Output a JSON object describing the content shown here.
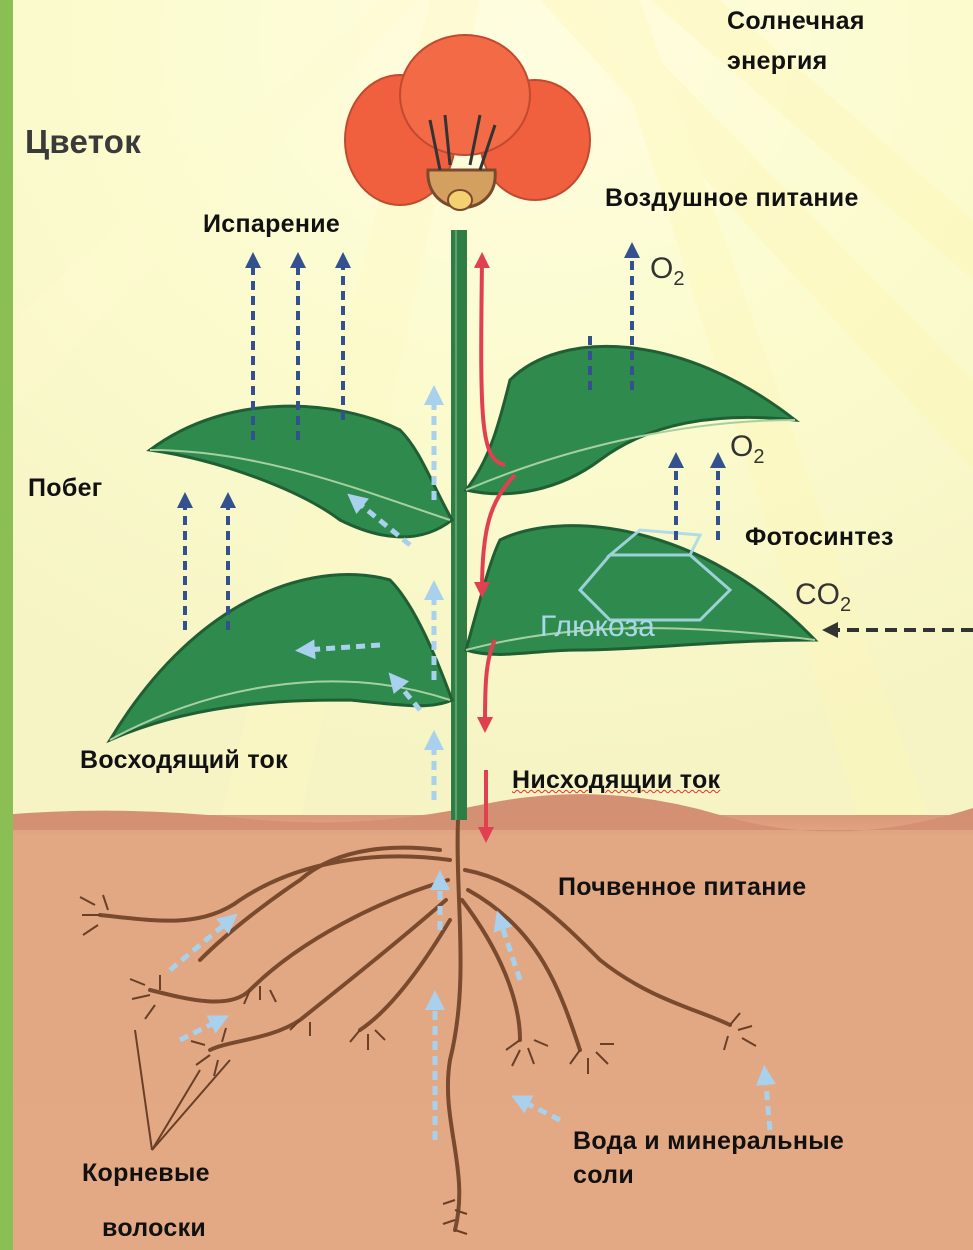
{
  "labels": {
    "flower": "Цветок",
    "solar_energy_line1": "Солнечная",
    "solar_energy_line2": "энергия",
    "air_nutrition": "Воздушное питание",
    "evaporation": "Испарение",
    "shoot": "Побег",
    "photosynthesis": "Фотосинтез",
    "glucose": "Глюкоза",
    "ascending_flow": "Восходящий ток",
    "descending_flow": "Нисходящии ток",
    "soil_nutrition": "Почвенное питание",
    "water_minerals_line1": "Вода и минеральные",
    "water_minerals_line2": "соли",
    "root_hairs_line1": "Корневые",
    "root_hairs_line2": "волоски"
  },
  "chem": {
    "o2_top": "O",
    "o2_mid": "O",
    "co2": "CO",
    "subscript": "2"
  },
  "colors": {
    "leaf": "#2f8a4e",
    "stem": "#2f7d45",
    "flower": "#f0603f",
    "soil": "#e1a680",
    "sky": "#fbfbd0",
    "ascending_arrow": "#a9d0ec",
    "descending_arrow": "#e04050",
    "evaporation_arrow": "#33508f",
    "left_border": "#8bbf55"
  }
}
